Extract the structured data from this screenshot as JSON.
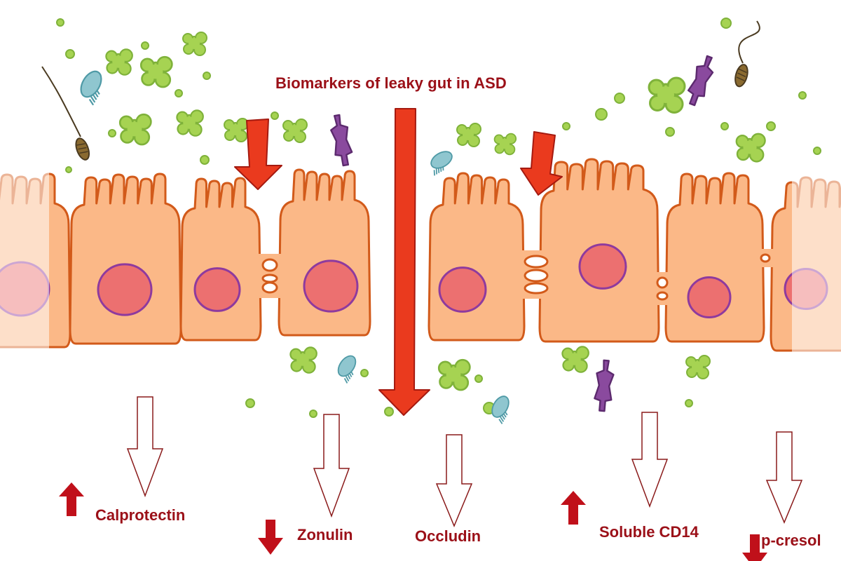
{
  "title": "Biomarkers of leaky gut in ASD",
  "colors": {
    "text": "#9b1018",
    "cell_fill": "#fbb887",
    "cell_outline": "#d25a1a",
    "nucleus_fill": "#ec7070",
    "nucleus_outline": "#8e3a9e",
    "arrow_red": "#ea3a1e",
    "indicator_red": "#c0101a",
    "bacteria_green": "#a6d352",
    "protozoa_blue": "#8fc6cf",
    "protein_purple": "#8a4a9e",
    "sperm_brown": "#8a6a30"
  },
  "biomarkers": [
    {
      "name": "Calprotectin",
      "trend": "up",
      "trend_icon": "arrow-up"
    },
    {
      "name": "Zonulin",
      "trend": "down",
      "trend_icon": "arrow-down"
    },
    {
      "name": "Occludin",
      "trend": "none",
      "trend_icon": ""
    },
    {
      "name": "Soluble CD14",
      "trend": "up",
      "trend_icon": "arrow-up"
    },
    {
      "name": "p-cresol",
      "trend": "down",
      "trend_icon": "arrow-down"
    }
  ]
}
